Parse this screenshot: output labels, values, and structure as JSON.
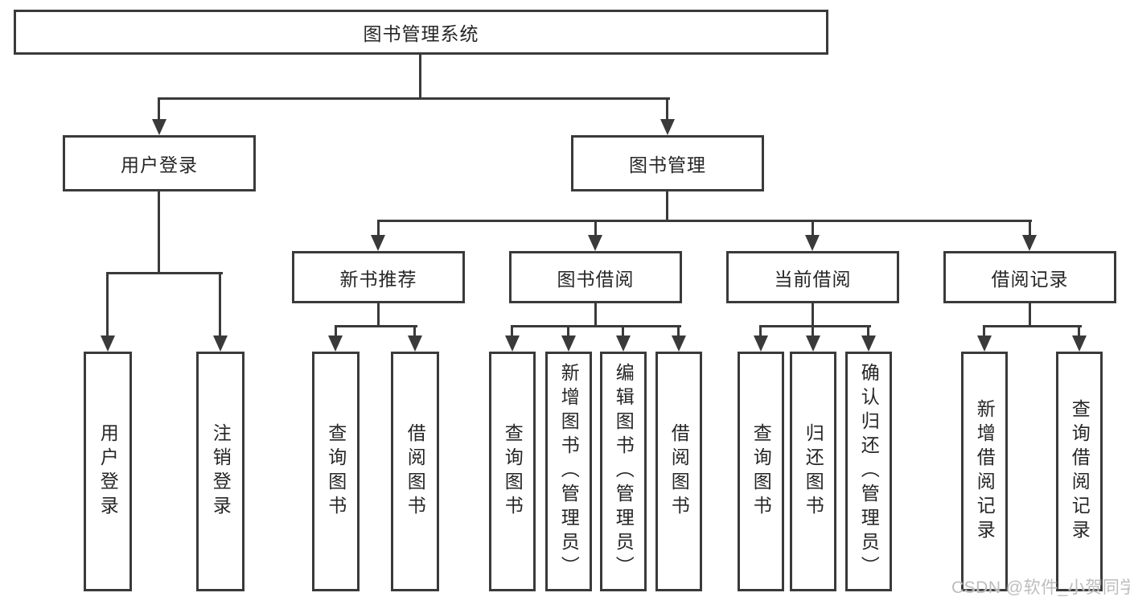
{
  "colors": {
    "line": "#3a3a3a",
    "text": "#262626",
    "background": "#ffffff",
    "watermark": "#bdbdbd"
  },
  "structure": {
    "root": "图书管理系统",
    "children": [
      {
        "label": "用户登录",
        "children": [
          "用户登录",
          "注销登录"
        ]
      },
      {
        "label": "图书管理",
        "children": [
          {
            "label": "新书推荐",
            "children": [
              "查询图书",
              "借阅图书"
            ]
          },
          {
            "label": "图书借阅",
            "children": [
              "查询图书",
              "新增图书（管理员）",
              "编辑图书（管理员）",
              "借阅图书"
            ]
          },
          {
            "label": "当前借阅",
            "children": [
              "查询图书",
              "归还图书",
              "确认归还（管理员）"
            ]
          },
          {
            "label": "借阅记录",
            "children": [
              "新增借阅记录",
              "查询借阅记录"
            ]
          }
        ]
      }
    ]
  },
  "watermark": {
    "text": "CSDN @软件_小贺同学"
  }
}
